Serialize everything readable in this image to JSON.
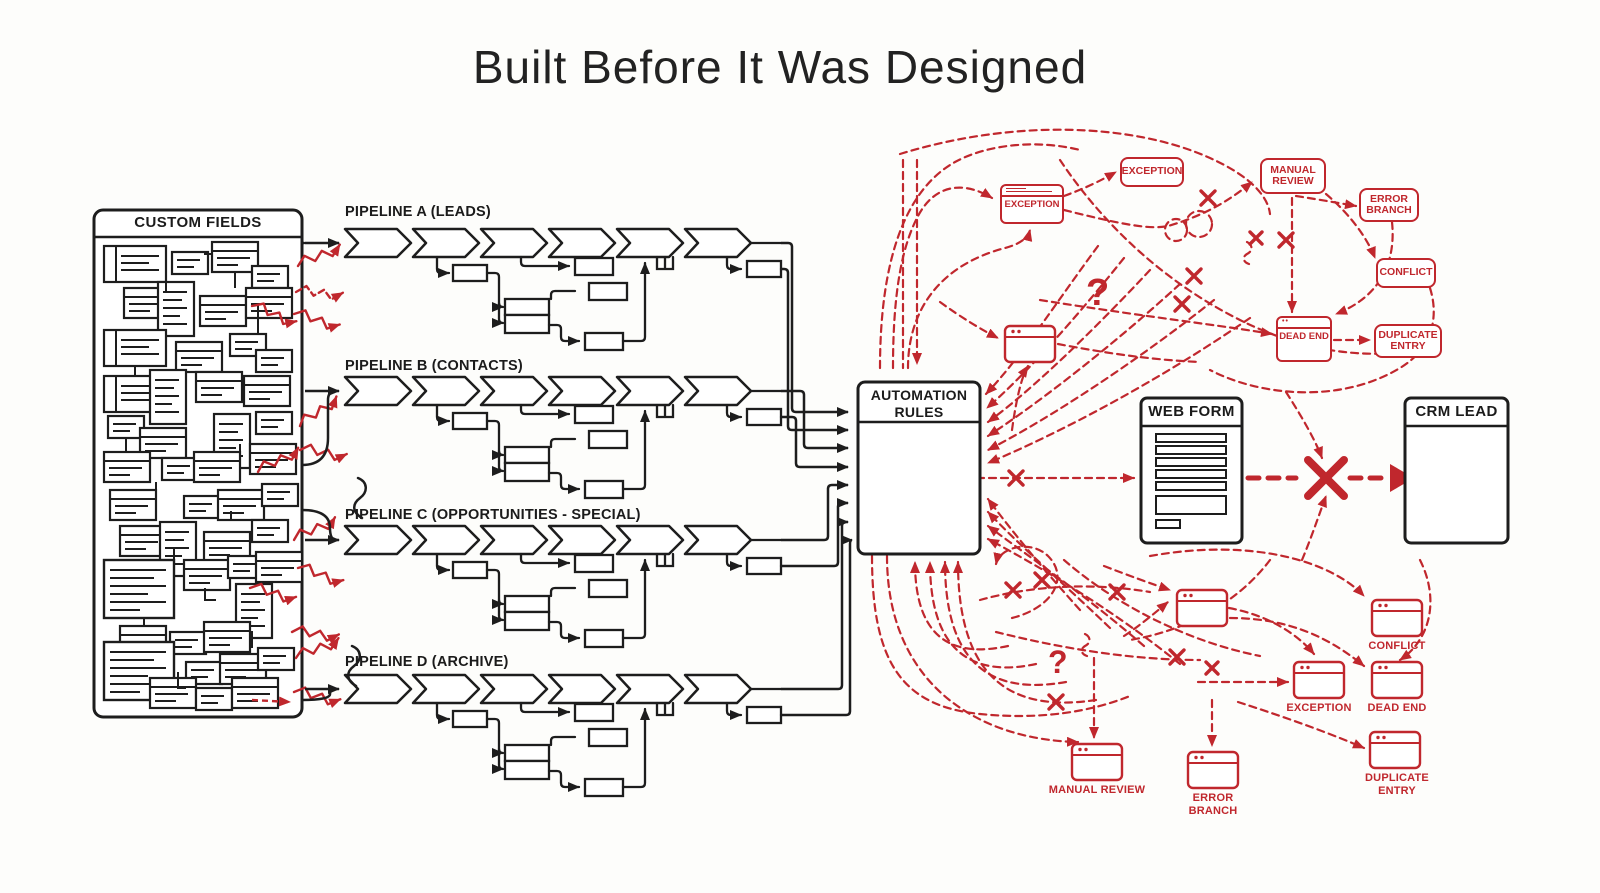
{
  "title": "Built Before It Was Designed",
  "colors": {
    "ink": "#1d1d1d",
    "red": "#c0272d",
    "background": "#fdfdfb"
  },
  "custom_fields_panel": {
    "title": "CUSTOM FIELDS"
  },
  "pipelines": [
    {
      "label": "PIPELINE A (LEADS)"
    },
    {
      "label": "PIPELINE B (CONTACTS)"
    },
    {
      "label": "PIPELINE C (OPPORTUNITIES - SPECIAL)"
    },
    {
      "label": "PIPELINE D (ARCHIVE)"
    }
  ],
  "automation_rules": {
    "title": "AUTOMATION RULES"
  },
  "web_form": {
    "title": "WEB FORM"
  },
  "crm_lead": {
    "title": "CRM LEAD"
  },
  "chaos": {
    "exception_window_top": "EXCEPTION",
    "dead_end_window": "DEAD END",
    "pills": {
      "exception": "EXCEPTION",
      "manual_review": "MANUAL REVIEW",
      "error_branch": "ERROR BRANCH",
      "conflict": "CONFLICT",
      "duplicate_entry": "DUPLICATE ENTRY"
    },
    "bottom_labels": {
      "conflict": "CONFLICT",
      "exception": "EXCEPTION",
      "dead_end": "DEAD END",
      "manual_review": "MANUAL REVIEW",
      "error_branch": "ERROR BRANCH",
      "duplicate_entry": "DUPLICATE ENTRY"
    },
    "question_mark": "?"
  }
}
